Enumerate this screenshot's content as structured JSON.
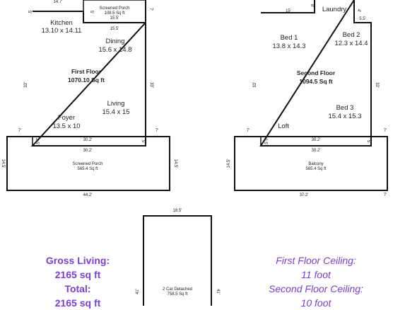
{
  "first_floor": {
    "title": "First Floor",
    "area": "1070.10 Sq ft",
    "rooms": {
      "kitchen": {
        "name": "Kitchen",
        "dims": "13.10 x 14.11"
      },
      "dining": {
        "name": "Dining",
        "dims": "15.6 x 14.8"
      },
      "living": {
        "name": "Living",
        "dims": "15.4 x 15"
      },
      "foyer": {
        "name": "Foyer",
        "dims": "13.5 x 10"
      }
    },
    "screened_porch_top": {
      "name": "Screened Porch",
      "area": "108.5 Sq ft",
      "width": "15.5'"
    },
    "screened_porch_bottom": {
      "name": "Screened Porch",
      "area": "565.4 Sq ft"
    },
    "dims": {
      "top_left": "14.7'",
      "top_right_small": "7'",
      "left_small": "5'",
      "porch_side": "5'",
      "porch_bottom": "15.5'",
      "left_height": "33'",
      "right_height": "33'",
      "left_ext": "7'",
      "right_ext": "7'",
      "base_width": "30.2'",
      "base_left_small": "2.5'",
      "base_right_small": "5'",
      "porch_top_width": "30.2'",
      "porch_left": "14.5'",
      "porch_right": "14.5'",
      "porch_width": "44.2'"
    }
  },
  "second_floor": {
    "title": "Second Floor",
    "area": "1094.5 Sq ft",
    "rooms": {
      "laundry": {
        "name": "Laundry"
      },
      "bed1": {
        "name": "Bed 1",
        "dims": "13.8 x 14.3"
      },
      "bed2": {
        "name": "Bed 2",
        "dims": "12.3 x 14.4"
      },
      "bed3": {
        "name": "Bed 3",
        "dims": "15.4 x 15.3"
      },
      "loft": {
        "name": "Loft"
      }
    },
    "balcony": {
      "name": "Balcony",
      "area": "565.4 Sq ft"
    },
    "dims": {
      "top_left": "15'",
      "laundry_left": "8'",
      "laundry_right": "4'",
      "right_small": "5.5'",
      "left_height": "33'",
      "right_height": "33'",
      "left_ext": "7'",
      "right_ext": "7'",
      "base_width": "30.2'",
      "base_left_small": "2.5'",
      "base_right_small": "5'",
      "balcony_top_width": "30.2'",
      "balcony_left": "14.5'",
      "balcony_width": "37.2'",
      "balcony_right_small": "7'"
    }
  },
  "garage": {
    "name": "2 Car Detached",
    "area": "758.5 Sq ft",
    "width": "18.5'",
    "left": "41'",
    "right": "41'"
  },
  "summary": {
    "gross_living_label": "Gross Living:",
    "gross_living_value": "2165 sq ft",
    "total_label": "Total:",
    "total_value": "2165 sq ft"
  },
  "ceilings": {
    "first_label": "First Floor Ceiling:",
    "first_value": "11 foot",
    "second_label": "Second Floor Ceiling:",
    "second_value": "10 foot"
  }
}
